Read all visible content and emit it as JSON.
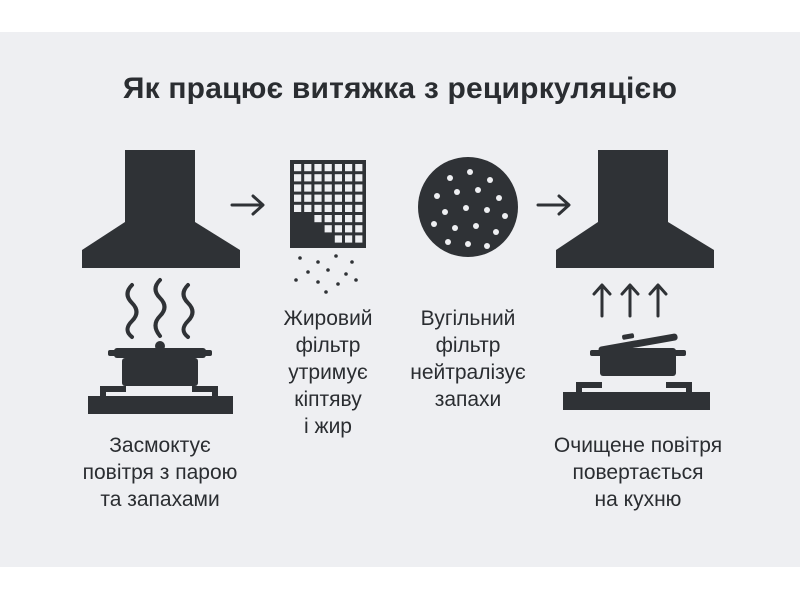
{
  "title": "Як працює витяжка з рециркуляцією",
  "colors": {
    "background": "#eeeff2",
    "ink": "#2f3236"
  },
  "steps": [
    {
      "icon": "range-hood-with-steaming-pot-icon",
      "lines": [
        "Засмоктує",
        "повітря з парою",
        "та запахами"
      ]
    },
    {
      "icon": "grease-filter-mesh-icon",
      "lines": [
        "Жировий",
        "фільтр",
        "утримує",
        "кіптяву",
        "і жир"
      ]
    },
    {
      "icon": "charcoal-filter-icon",
      "lines": [
        "Вугільний",
        "фільтр",
        "нейтралізує",
        "запахи"
      ]
    },
    {
      "icon": "range-hood-with-clean-air-arrows-icon",
      "lines": [
        "Очищене повітря",
        "повертається",
        "на кухню"
      ]
    }
  ]
}
